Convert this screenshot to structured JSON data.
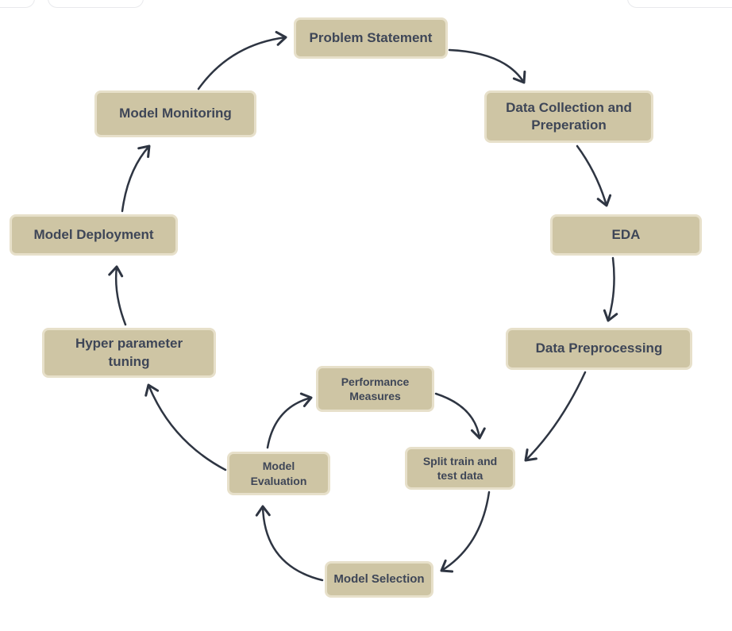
{
  "app": {
    "background_color": "#ffffff",
    "chrome_fragment_count": 3
  },
  "diagram": {
    "type": "cycle-flow-diagram",
    "topic": "Machine Learning Lifecycle",
    "node_fill_color": "#cec5a4",
    "node_border_color": "#e7e0ca",
    "node_text_color": "#3e4657",
    "arrow_color": "#2e3542",
    "nodes": [
      {
        "id": "problem-statement",
        "label": "Problem Statement"
      },
      {
        "id": "data-collection-and-preperation",
        "label": "Data Collection and Preperation"
      },
      {
        "id": "eda",
        "label": "EDA"
      },
      {
        "id": "data-preprocessing",
        "label": "Data Preprocessing"
      },
      {
        "id": "split-train-and-test-data",
        "label": "Split train and test data"
      },
      {
        "id": "model-selection",
        "label": "Model Selection"
      },
      {
        "id": "model-evaluation",
        "label": "Model Evaluation"
      },
      {
        "id": "performance-measures",
        "label": "Performance Measures"
      },
      {
        "id": "hyper-parameter-tuning",
        "label": "Hyper parameter tuning"
      },
      {
        "id": "model-deployment",
        "label": "Model Deployment"
      },
      {
        "id": "model-monitoring",
        "label": "Model Monitoring"
      }
    ],
    "edges": [
      {
        "from": "model-monitoring",
        "to": "problem-statement"
      },
      {
        "from": "problem-statement",
        "to": "data-collection-and-preperation"
      },
      {
        "from": "data-collection-and-preperation",
        "to": "eda"
      },
      {
        "from": "eda",
        "to": "data-preprocessing"
      },
      {
        "from": "data-preprocessing",
        "to": "split-train-and-test-data"
      },
      {
        "from": "performance-measures",
        "to": "split-train-and-test-data"
      },
      {
        "from": "split-train-and-test-data",
        "to": "model-selection"
      },
      {
        "from": "model-selection",
        "to": "model-evaluation"
      },
      {
        "from": "model-evaluation",
        "to": "performance-measures"
      },
      {
        "from": "model-evaluation",
        "to": "hyper-parameter-tuning"
      },
      {
        "from": "hyper-parameter-tuning",
        "to": "model-deployment"
      },
      {
        "from": "model-deployment",
        "to": "model-monitoring"
      }
    ]
  }
}
